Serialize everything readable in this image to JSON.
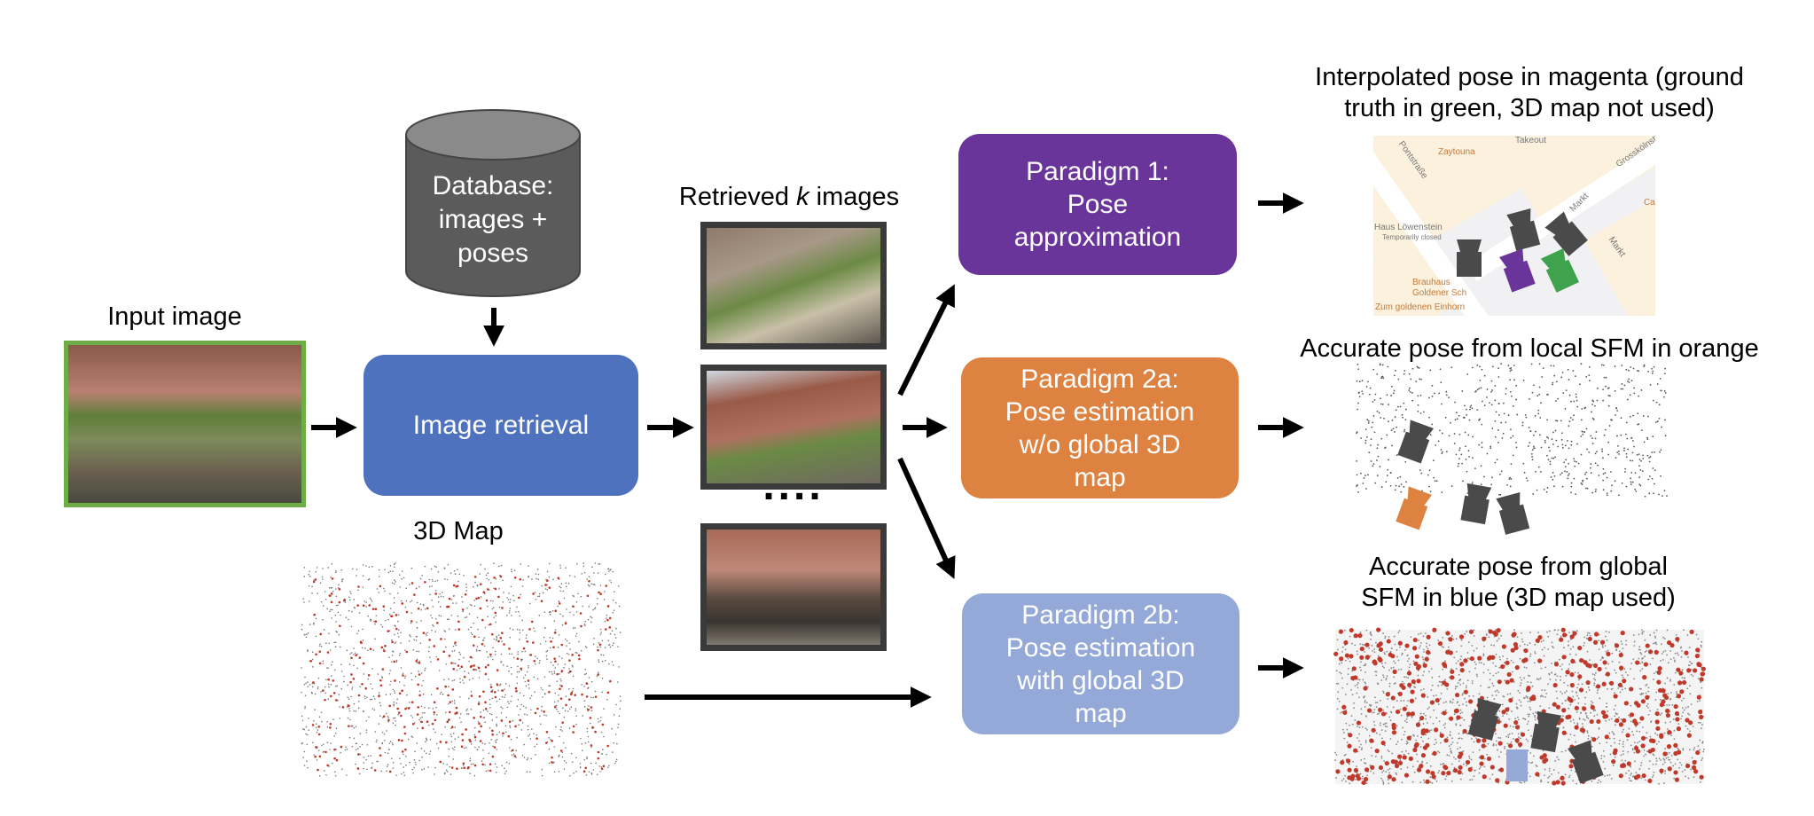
{
  "input": {
    "label": "Input image"
  },
  "database": {
    "lines": [
      "Database:",
      "images +",
      "poses"
    ],
    "color": "#5b5b5b"
  },
  "retrieval": {
    "label": "Image retrieval",
    "color": "#4f72bf"
  },
  "retrieved": {
    "label_prefix": "Retrieved ",
    "label_k": "k",
    "label_suffix": " images",
    "ellipsis": "...."
  },
  "map3d": {
    "label": "3D Map"
  },
  "paradigms": [
    {
      "lines": [
        "Paradigm 1:",
        "Pose",
        "approximation"
      ],
      "color": "#6a359a"
    },
    {
      "lines": [
        "Paradigm 2a:",
        "Pose estimation",
        "w/o global 3D",
        "map"
      ],
      "color": "#dd8240"
    },
    {
      "lines": [
        "Paradigm 2b:",
        "Pose estimation",
        "with global 3D",
        "map"
      ],
      "color": "#94a9d8"
    }
  ],
  "results": [
    {
      "lines": [
        "Interpolated pose in magenta (ground",
        "truth in green, 3D map not used)"
      ]
    },
    {
      "lines": [
        "Accurate pose from local SFM in orange"
      ]
    },
    {
      "lines": [
        "Accurate pose from global",
        "SFM in blue (3D map used)"
      ]
    }
  ],
  "map_labels": [
    "Pontstraße",
    "Zaytouna",
    "Takeout",
    "Grosskölnstr",
    "Markt",
    "Haus Löwenstein",
    "Temporarily closed",
    "Brauhaus",
    "Goldener Sch",
    "Zum goldenen Einhorn",
    "Caf",
    "Markt",
    "Ma"
  ],
  "pose_colors": {
    "camera": "#4a4a4a",
    "interpolated": "#6a359a",
    "ground_truth": "#3fa34d",
    "local_sfm": "#dd8240",
    "global_sfm": "#94a9d8",
    "points": "#c0392b"
  }
}
